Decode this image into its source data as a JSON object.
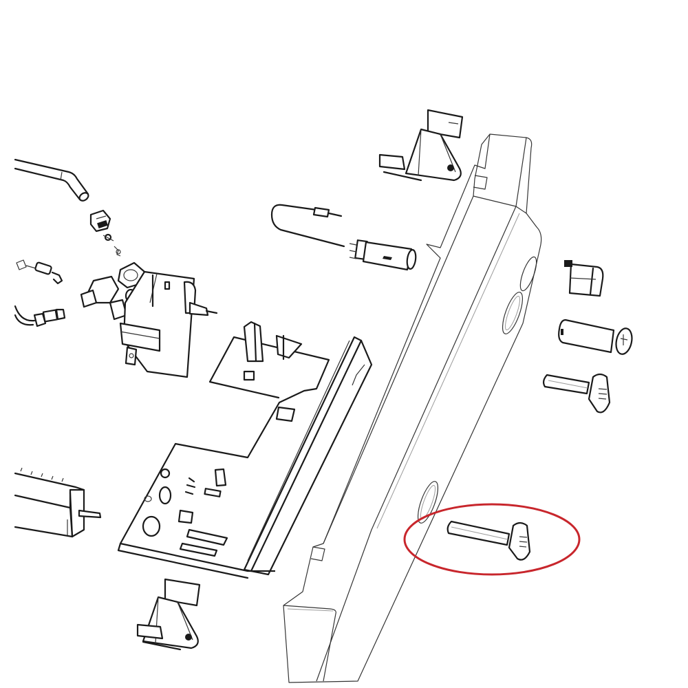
{
  "diagram": {
    "type": "exploded-parts-diagram",
    "background": "#ffffff",
    "line_color": "#1a1a1a",
    "highlight": {
      "shape": "ellipse",
      "color": "#c8262c",
      "target": "knob-shaft-lower",
      "label": "Highlighted part: knob with shaft"
    },
    "parts": [
      {
        "id": "gas-pipe",
        "label": "Bent gas pipe"
      },
      {
        "id": "pipe-nut",
        "label": "Pipe nut and olive"
      },
      {
        "id": "thermocouple-connector",
        "label": "Thermocouple connector"
      },
      {
        "id": "pilot-tube-fitting",
        "label": "Pilot tube fitting"
      },
      {
        "id": "gas-valve",
        "label": "Gas valve assembly"
      },
      {
        "id": "igniter-lead",
        "label": "Igniter with lead"
      },
      {
        "id": "mounting-bracket-top",
        "label": "Mounting bracket (top)"
      },
      {
        "id": "mounting-bracket-bottom",
        "label": "Mounting bracket (bottom)"
      },
      {
        "id": "control-pcb",
        "label": "Control PCB on chassis"
      },
      {
        "id": "terminal-block",
        "label": "Terminal block"
      },
      {
        "id": "front-housing",
        "label": "Front control housing"
      },
      {
        "id": "switch",
        "label": "Rocker switch"
      },
      {
        "id": "knob-cylinder",
        "label": "Cylinder knob"
      },
      {
        "id": "knob-shaft-upper",
        "label": "Knob with shaft (upper)"
      },
      {
        "id": "knob-shaft-lower",
        "label": "Knob with shaft (lower)"
      }
    ]
  }
}
